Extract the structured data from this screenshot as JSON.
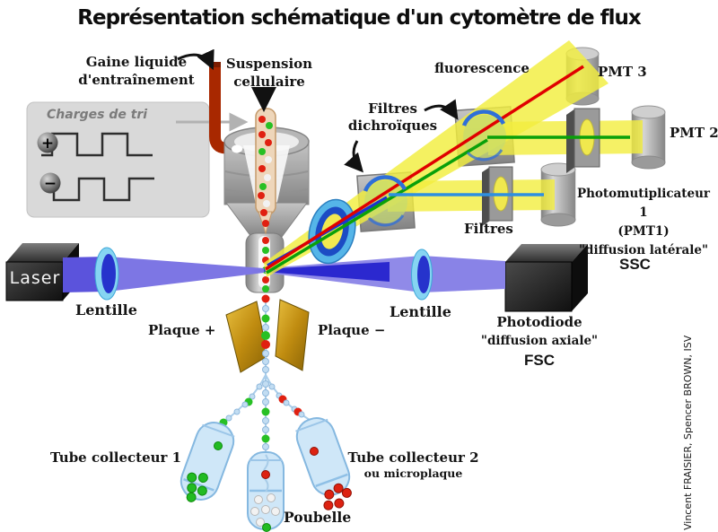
{
  "title": "Représentation schématique d'un cytomètre de flux",
  "labels": {
    "gaine1": "Gaine liquide",
    "gaine2": "d'entraînement",
    "suspension1": "Suspension",
    "suspension2": "cellulaire",
    "charges": "Charges de tri",
    "plus": "+",
    "minus": "−",
    "fluorescence": "fluorescence",
    "pmt3": "PMT 3",
    "fd1": "Filtres",
    "fd2": "dichroïques",
    "pmt2": "PMT 2",
    "pmt1a": "Photomutiplicateur 1",
    "pmt1b": "(PMT1)",
    "pmt1c": "\"diffusion latérale\"",
    "ssc": "SSC",
    "filtres": "Filtres",
    "laser": "Laser",
    "lentille_left": "Lentille",
    "lentille_right": "Lentille",
    "plaque_plus": "Plaque +",
    "plaque_minus": "Plaque −",
    "photodiode": "Photodiode",
    "diffusion_axiale": "\"diffusion axiale\"",
    "fsc": "FSC",
    "tube1": "Tube collecteur 1",
    "tube2": "Tube collecteur 2",
    "tube2_sub": "ou microplaque",
    "poubelle": "Poubelle"
  },
  "credit": "Vincent FRAISIER, Spencer BROWN, ISV",
  "colors": {
    "laser_beam": "#5b53dc",
    "beam_light": "#908ae8",
    "beam_dark": "#2b28cf",
    "fluorescence_yellow": "#f2ee3e",
    "red_line": "#e00000",
    "green_line": "#0aa00a",
    "blue_line": "#2e8fe0",
    "plate_gold": "#c08c10",
    "tube_blue": "#cfe7f8",
    "dot_red": "#dd2211",
    "dot_green": "#22bb22"
  }
}
